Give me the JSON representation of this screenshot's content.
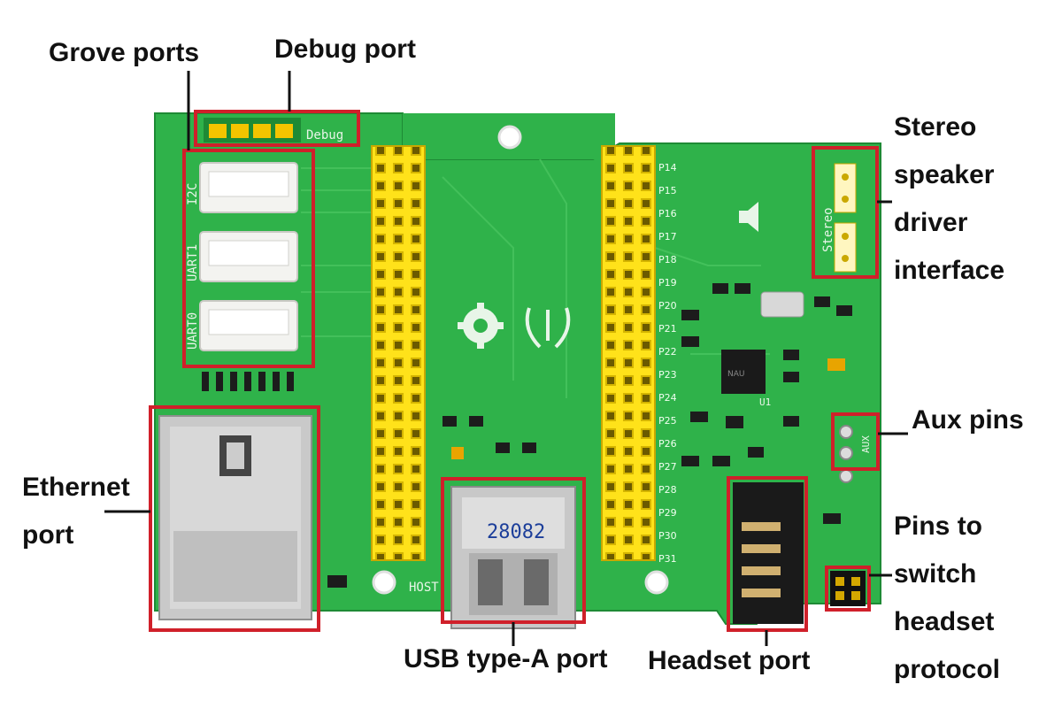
{
  "labels": {
    "grove": "Grove ports",
    "debug": "Debug port",
    "stereo": "Stereo\nspeaker\ndriver\ninterface",
    "aux": "Aux pins",
    "ethernet": "Ethernet\nport",
    "usb": "USB type-A port",
    "headset": "Headset port",
    "pins_switch": "Pins to\nswitch\nheadset\nprotocol"
  },
  "board": {
    "debug_silk": "Debug",
    "grove_ports": [
      "I2C",
      "UART1",
      "UART0"
    ],
    "stereo_silk": "Stereo",
    "aux_silk": "AUX",
    "host_silk": "HOST",
    "usb_stamp": "28082",
    "u1_silk": "U1",
    "right_header_pins": [
      "P14",
      "P15",
      "P16",
      "P17",
      "P18",
      "P19",
      "P20",
      "P21",
      "P22",
      "P23",
      "P24",
      "P25",
      "P26",
      "P27",
      "P28",
      "P29",
      "P30",
      "P31"
    ]
  },
  "colors": {
    "pcb": "#2fb24a",
    "callout_box": "#d0202a",
    "header": "#ffe21a"
  }
}
